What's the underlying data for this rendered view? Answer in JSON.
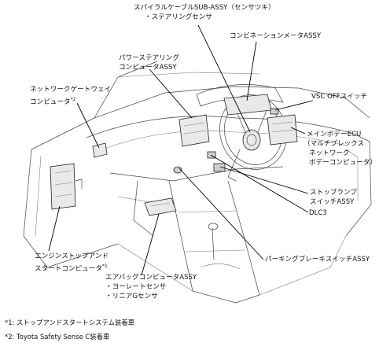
{
  "labels": {
    "spiral_cable": "スパイラルケーブルSUB-ASSY（センサツキ）",
    "steering_sensor": "・ステアリングセンサ",
    "combination_meter": "コンビネーションメータASSY",
    "power_steering_1": "パワーステアリング",
    "power_steering_2": "コンピュータASSY",
    "network_gateway_1": "ネットワークゲートウェイ",
    "network_gateway_2": "コンピュータ",
    "network_gateway_mark": "*2",
    "vsc_off": "VSC OFFスイッチ",
    "main_body_ecu_1": "メインボデーECU",
    "main_body_ecu_2": "（マルチプレックス",
    "main_body_ecu_3": "ネットワーク",
    "main_body_ecu_4": "ボデーコンピュータ）",
    "stop_lamp_1": "ストップランプ",
    "stop_lamp_2": "スイッチASSY",
    "dlc3": "DLC3",
    "parking_brake": "パーキングブレーキスイッチASSY",
    "engine_ss_1": "エンジンストップアンド",
    "engine_ss_2": "スタートコンピュータ",
    "engine_ss_mark": "*1",
    "airbag_1": "エアバッグコンピュータASSY",
    "airbag_2": "・ヨーレートセンサ",
    "airbag_3": "・リニアGセンサ"
  },
  "footnotes": [
    "*1: ストップアンドスタートシステム装着車",
    "*2: Toyota Safety Sense C装着車"
  ]
}
